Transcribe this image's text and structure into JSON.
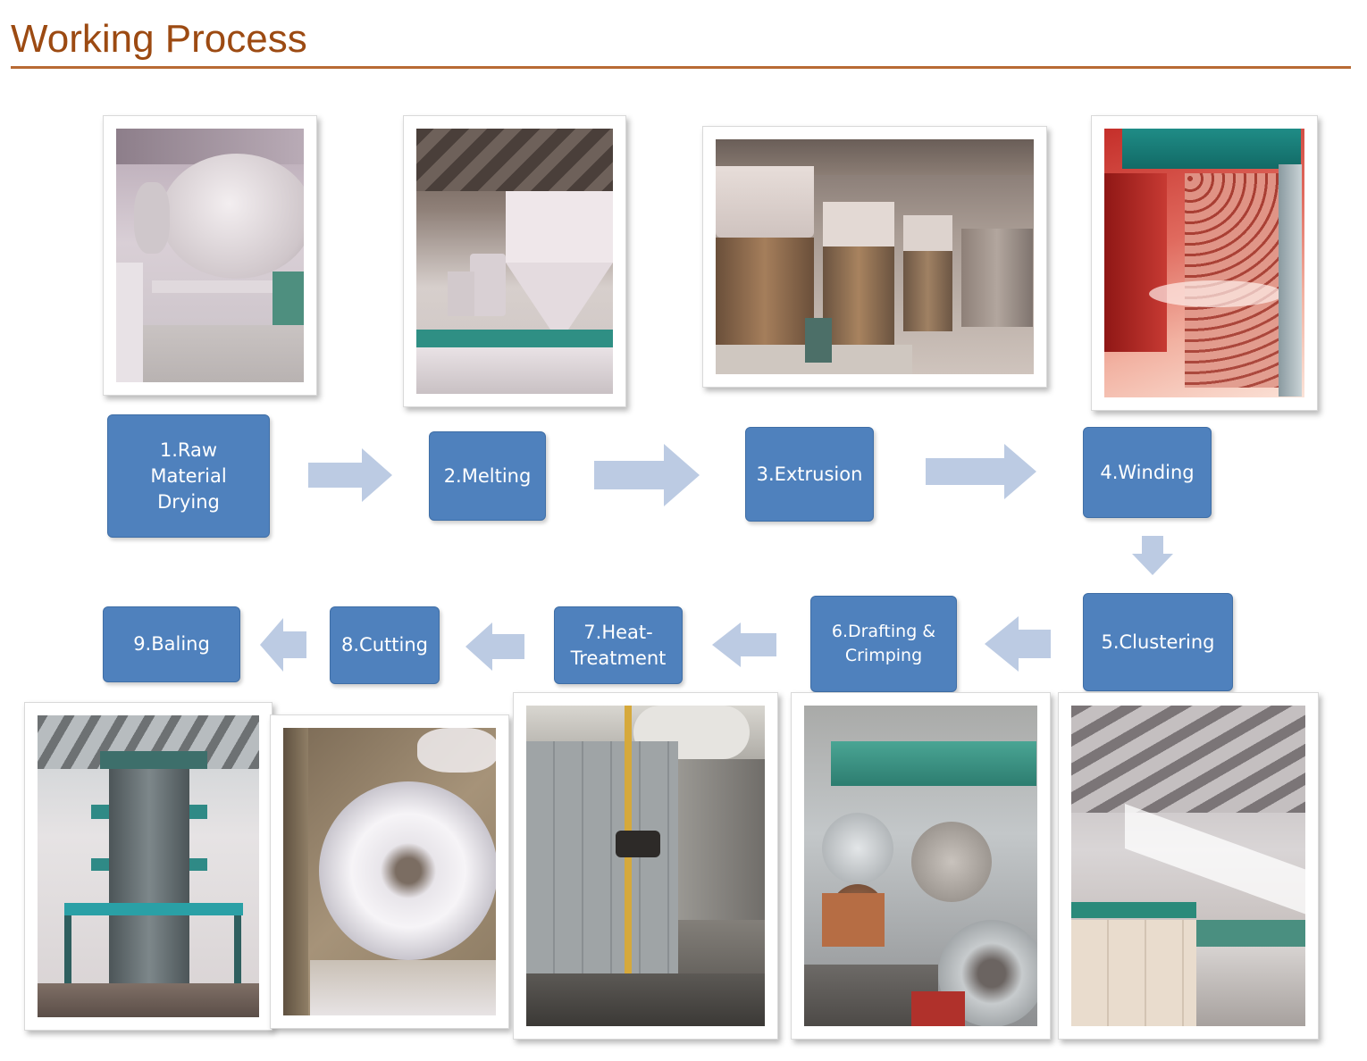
{
  "page": {
    "title": "Working Process"
  },
  "colors": {
    "title": "#9c4a12",
    "rule": "#b86a34",
    "box": "#4f81bd",
    "arrow": "#bccbe3"
  },
  "steps": [
    {
      "label": "1.Raw Material Drying"
    },
    {
      "label": "2.Melting"
    },
    {
      "label": "3.Extrusion"
    },
    {
      "label": "4.Winding"
    },
    {
      "label": "5.Clustering"
    },
    {
      "label": "6.Drafting & Crimping"
    },
    {
      "label": "7.Heat-Treatment"
    },
    {
      "label": "8.Cutting"
    },
    {
      "label": "9.Baling"
    }
  ],
  "arrows": [
    {
      "direction": "right"
    },
    {
      "direction": "right"
    },
    {
      "direction": "right"
    },
    {
      "direction": "down"
    },
    {
      "direction": "left"
    },
    {
      "direction": "left"
    },
    {
      "direction": "left"
    },
    {
      "direction": "left"
    }
  ]
}
